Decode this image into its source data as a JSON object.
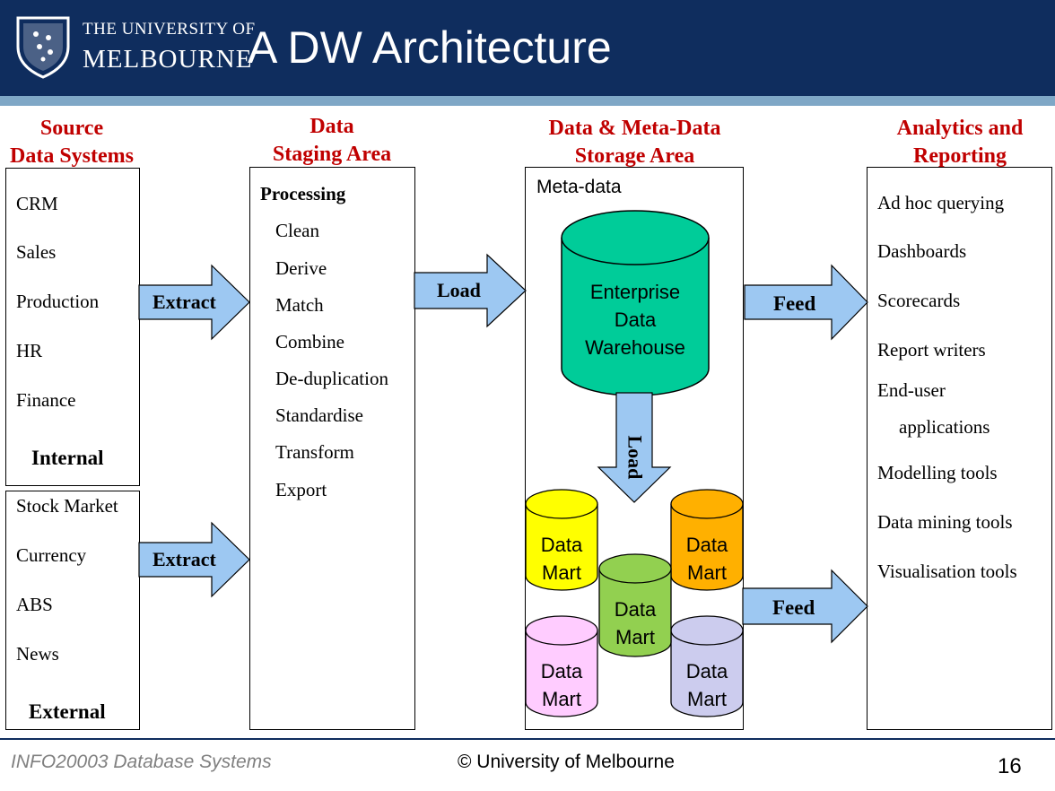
{
  "header": {
    "logo_line1": "THE UNIVERSITY OF",
    "logo_line2": "MELBOURNE",
    "title": "A DW Architecture"
  },
  "columns": {
    "source": {
      "heading": [
        "Source",
        "Data Systems"
      ]
    },
    "staging": {
      "heading": [
        "Data",
        "Staging Area"
      ]
    },
    "storage": {
      "heading": [
        "Data & Meta-Data",
        "Storage Area"
      ]
    },
    "analytics": {
      "heading": [
        "Analytics and",
        "Reporting"
      ]
    }
  },
  "internal": {
    "items": [
      "CRM",
      "Sales",
      "Production",
      "HR",
      "Finance"
    ],
    "label": "Internal"
  },
  "external": {
    "items": [
      "Stock Market",
      "Currency",
      "ABS",
      "News"
    ],
    "label": "External"
  },
  "staging": {
    "title": "Processing",
    "steps": [
      "Clean",
      "Derive",
      "Match",
      "Combine",
      "De-duplication",
      "Standardise",
      "Transform",
      "Export"
    ]
  },
  "storage": {
    "meta_label": "Meta-data",
    "warehouse": [
      "Enterprise",
      "Data",
      "Warehouse"
    ],
    "mart": [
      "Data",
      "Mart"
    ]
  },
  "arrows": {
    "extract": "Extract",
    "load": "Load",
    "feed": "Feed"
  },
  "analytics": {
    "items": [
      "Ad hoc querying",
      "Dashboards",
      "Scorecards",
      "Report writers",
      "End-user",
      "applications",
      "Modelling tools",
      "Data mining tools",
      "Visualisation tools"
    ]
  },
  "colors": {
    "header": "#0f2d5e",
    "heading_red": "#c00000",
    "arrow_fill": "#9dc8f2",
    "warehouse": "#00cc99",
    "mart_yellow": "#ffff00",
    "mart_orange": "#ffb000",
    "mart_green": "#92d050",
    "mart_pink": "#ffccff",
    "mart_lavender": "#ccccee"
  },
  "footer": {
    "course": "INFO20003 Database Systems",
    "copyright": "© University of Melbourne",
    "page": "16"
  }
}
